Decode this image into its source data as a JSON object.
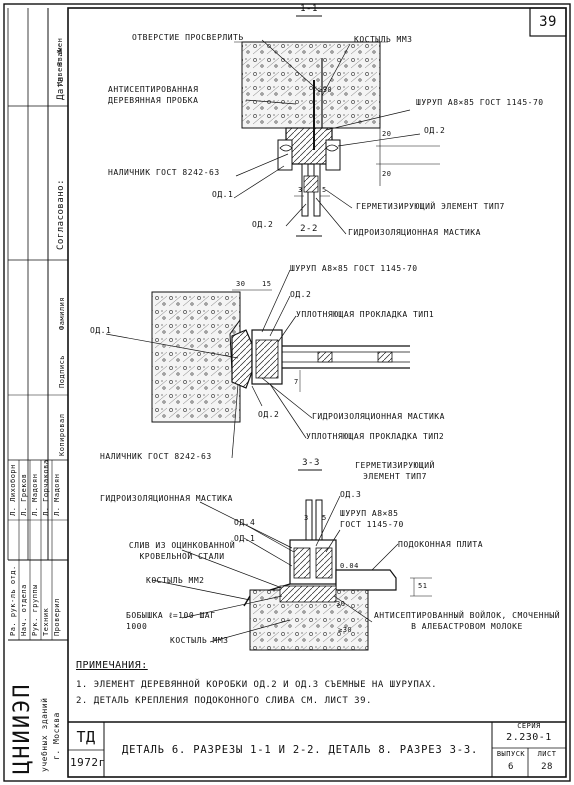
{
  "sheet": {
    "sheet_number": "39",
    "series_label": "Серия",
    "series_value": "2.230-1",
    "issue_label": "Выпуск",
    "issue_value": "6",
    "list_label": "Лист",
    "list_value": "28",
    "org_logo": "ЦНИИЭП",
    "org_sub1": "учебных зданий",
    "org_sub2": "г. Москва",
    "td_mark": "ТД",
    "year": "1972г",
    "title": "Деталь 6. Разрезы 1-1 и 2-2. Деталь 8. Разрез 3-3."
  },
  "side_stamp": {
    "data": "Дата",
    "inv_no": "Инвент.№",
    "vzamen": "Взамен",
    "agreed": "Согласовано:",
    "roles": [
      "Ра. рук-ль отд.",
      "Нач. отдела",
      "Рук. группы",
      "Техник",
      "Проверил"
    ],
    "names": [
      "Л. Лихоборн",
      "Л. Греков",
      "Л. Мадоян",
      "Л. Горчакова",
      "Л. Мадоян"
    ],
    "col_sign": "Подпись",
    "col_name": "Фамилия",
    "col_copy": "Копировал"
  },
  "sections": {
    "s11": "1-1",
    "s22": "2-2",
    "s33": "3-3"
  },
  "labels": {
    "l1": "Отверстие просверлить",
    "l2": "Костыль мм3",
    "l3": "Антисептированная деревянная пробка",
    "l4": "Шуруп А8×85 ГОСТ 1145-70",
    "l5": "ОД.2",
    "l6": "Наличник ГОСТ 8242-63",
    "l7": "ОД.1",
    "l8": "Герметизирующий элемент тип7",
    "l9": "ОД.2",
    "l10": "Гидроизоляционная мастика",
    "l11": "Шуруп А8×85 ГОСТ 1145-70",
    "l12": "ОД.2",
    "l13": "Уплотняющая прокладка тип1",
    "l14": "ОД.1",
    "l15": "Гидроизоляционная мастика",
    "l16": "ОД.2",
    "l17": "Уплотняющая прокладка тип2",
    "l18": "Наличник ГОСТ 8242-63",
    "l19": "Герметизирующий элемент тип7",
    "l20": "Гидроизоляционная мастика",
    "l21": "ОД.3",
    "l22": "ОД.4",
    "l23": "Шуруп А8×85 ГОСТ 1145-70",
    "l24": "ОД.1",
    "l25": "Слив из оцинкованной кровельной стали",
    "l26": "Подоконная плита",
    "l27": "Костыль мм2",
    "l28": "Бобышка ℓ=100 шаг 1000",
    "l29": "Костыль мм3",
    "l30": "Антисептированный войлок, смоченный в алебастровом молоке"
  },
  "dims": {
    "d1": "20",
    "d2": "20",
    "d3": "3",
    "d4": "5",
    "d5": "30",
    "d6": "15",
    "d7": "7",
    "d8": "3",
    "d9": "5",
    "d10": "0.04",
    "d11": "51",
    "d12": "30",
    "d13": "≥30",
    "d14": "≥30"
  },
  "notes": {
    "heading": "Примечания:",
    "n1": "1. Элемент деревянной коробки ОД.2 и ОД.3 съемные на шурупах.",
    "n2": "2. Деталь крепления подоконного слива см. лист 39."
  }
}
